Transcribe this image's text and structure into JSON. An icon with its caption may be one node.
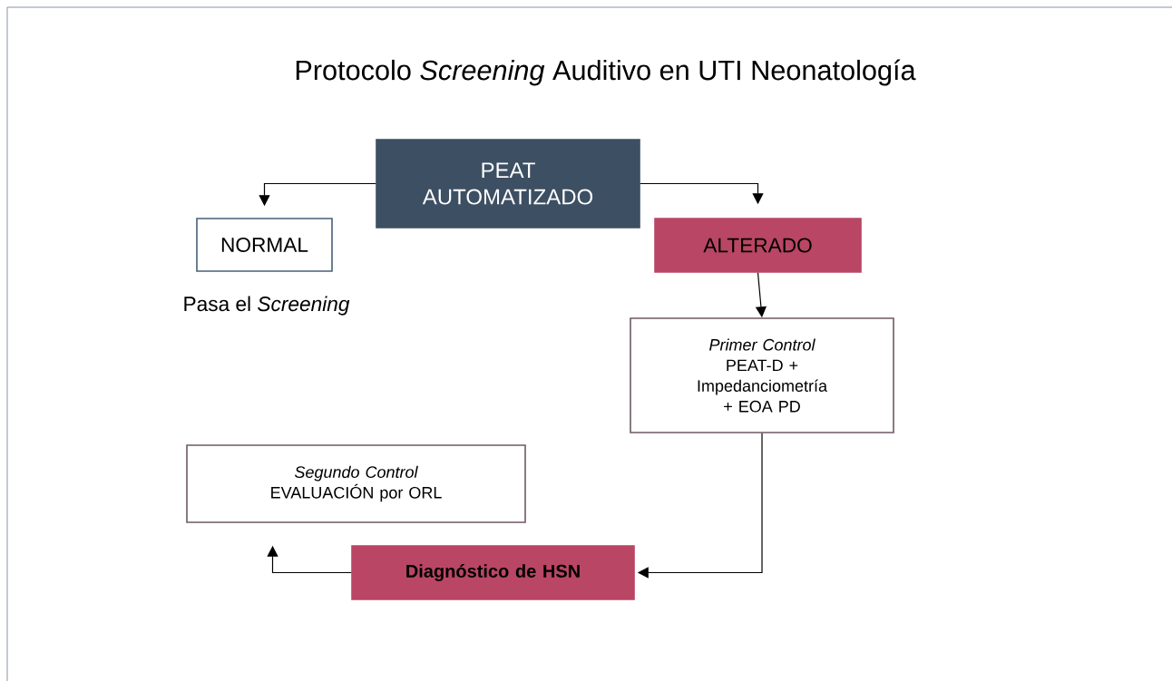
{
  "diagram": {
    "title": "Protocolo *Screening* Auditivo en UTI Neonatología",
    "nodes": [
      {
        "text": [
          "PEAT AUTOMATIZADO"
        ]
      },
      {
        "text": [
          "NORMAL"
        ],
        "beside": [
          "Pasa el *Screening*"
        ]
      },
      {
        "text": [
          "ALTERADO"
        ]
      },
      {
        "text": [
          "Primer Control",
          "PEAT-D + Impedanciometría + EOA PD"
        ]
      },
      {
        "text": [
          "Segundo Control",
          "EVALUACIÓN por ORL"
        ]
      },
      {
        "text": [
          "Diagnóstico de HSN"
        ]
      }
    ],
    "edges": [
      {
        "from": 0,
        "to": 1,
        "arrow": "to"
      },
      {
        "from": 0,
        "to": 2,
        "arrow": "to"
      },
      {
        "from": 2,
        "to": 3,
        "arrow": "to"
      },
      {
        "from": 3,
        "to": 5,
        "arrow": "to"
      },
      {
        "from": 5,
        "to": 4,
        "arrow": "to"
      }
    ]
  }
}
